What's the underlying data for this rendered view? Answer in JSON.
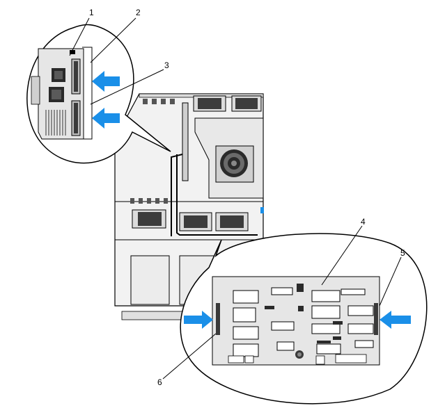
{
  "callouts": [
    {
      "id": "1",
      "text": "1"
    },
    {
      "id": "2",
      "text": "2"
    },
    {
      "id": "3",
      "text": "3"
    },
    {
      "id": "4",
      "text": "4"
    },
    {
      "id": "5",
      "text": "5"
    },
    {
      "id": "6",
      "text": "6"
    }
  ],
  "colors": {
    "arrow": "#1a8fe8",
    "line": "#000000",
    "board": "#e6e6e6",
    "chassis": "#f2f2f2",
    "dark": "#2a2a2a"
  },
  "icons": [
    "blue-arrow-icon",
    "fan-icon",
    "connector-icon"
  ]
}
